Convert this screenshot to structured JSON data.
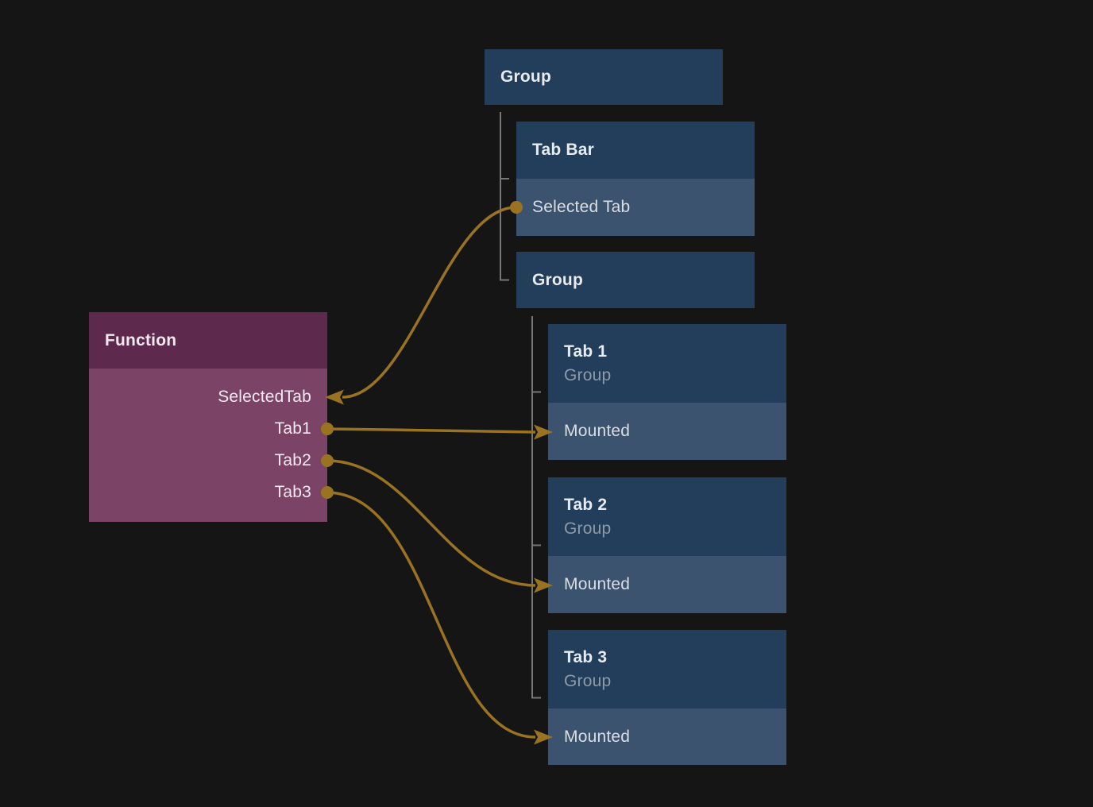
{
  "colors": {
    "canvas_bg": "#151515",
    "node_blue_header": "#223e5a",
    "node_blue_row": "#3c5370",
    "node_purple_header": "#5d2a4d",
    "node_purple_body": "#7b4467",
    "wire_color": "#997322",
    "tree_line_color": "#777777",
    "title_text": "#e7eaee",
    "subtitle_text": "#8e9aab",
    "row_text": "#d9dee4",
    "port_text": "#f1e9ef"
  },
  "function_node": {
    "title": "Function",
    "ports": [
      {
        "name": "SelectedTab",
        "direction": "input"
      },
      {
        "name": "Tab1",
        "direction": "output"
      },
      {
        "name": "Tab2",
        "direction": "output"
      },
      {
        "name": "Tab3",
        "direction": "output"
      }
    ]
  },
  "nodes": {
    "group_top": {
      "title": "Group"
    },
    "tab_bar": {
      "title": "Tab Bar",
      "row_label": "Selected Tab"
    },
    "group_mid": {
      "title": "Group"
    },
    "tab1": {
      "title": "Tab 1",
      "subtitle": "Group",
      "row_label": "Mounted"
    },
    "tab2": {
      "title": "Tab 2",
      "subtitle": "Group",
      "row_label": "Mounted"
    },
    "tab3": {
      "title": "Tab 3",
      "subtitle": "Group",
      "row_label": "Mounted"
    }
  }
}
